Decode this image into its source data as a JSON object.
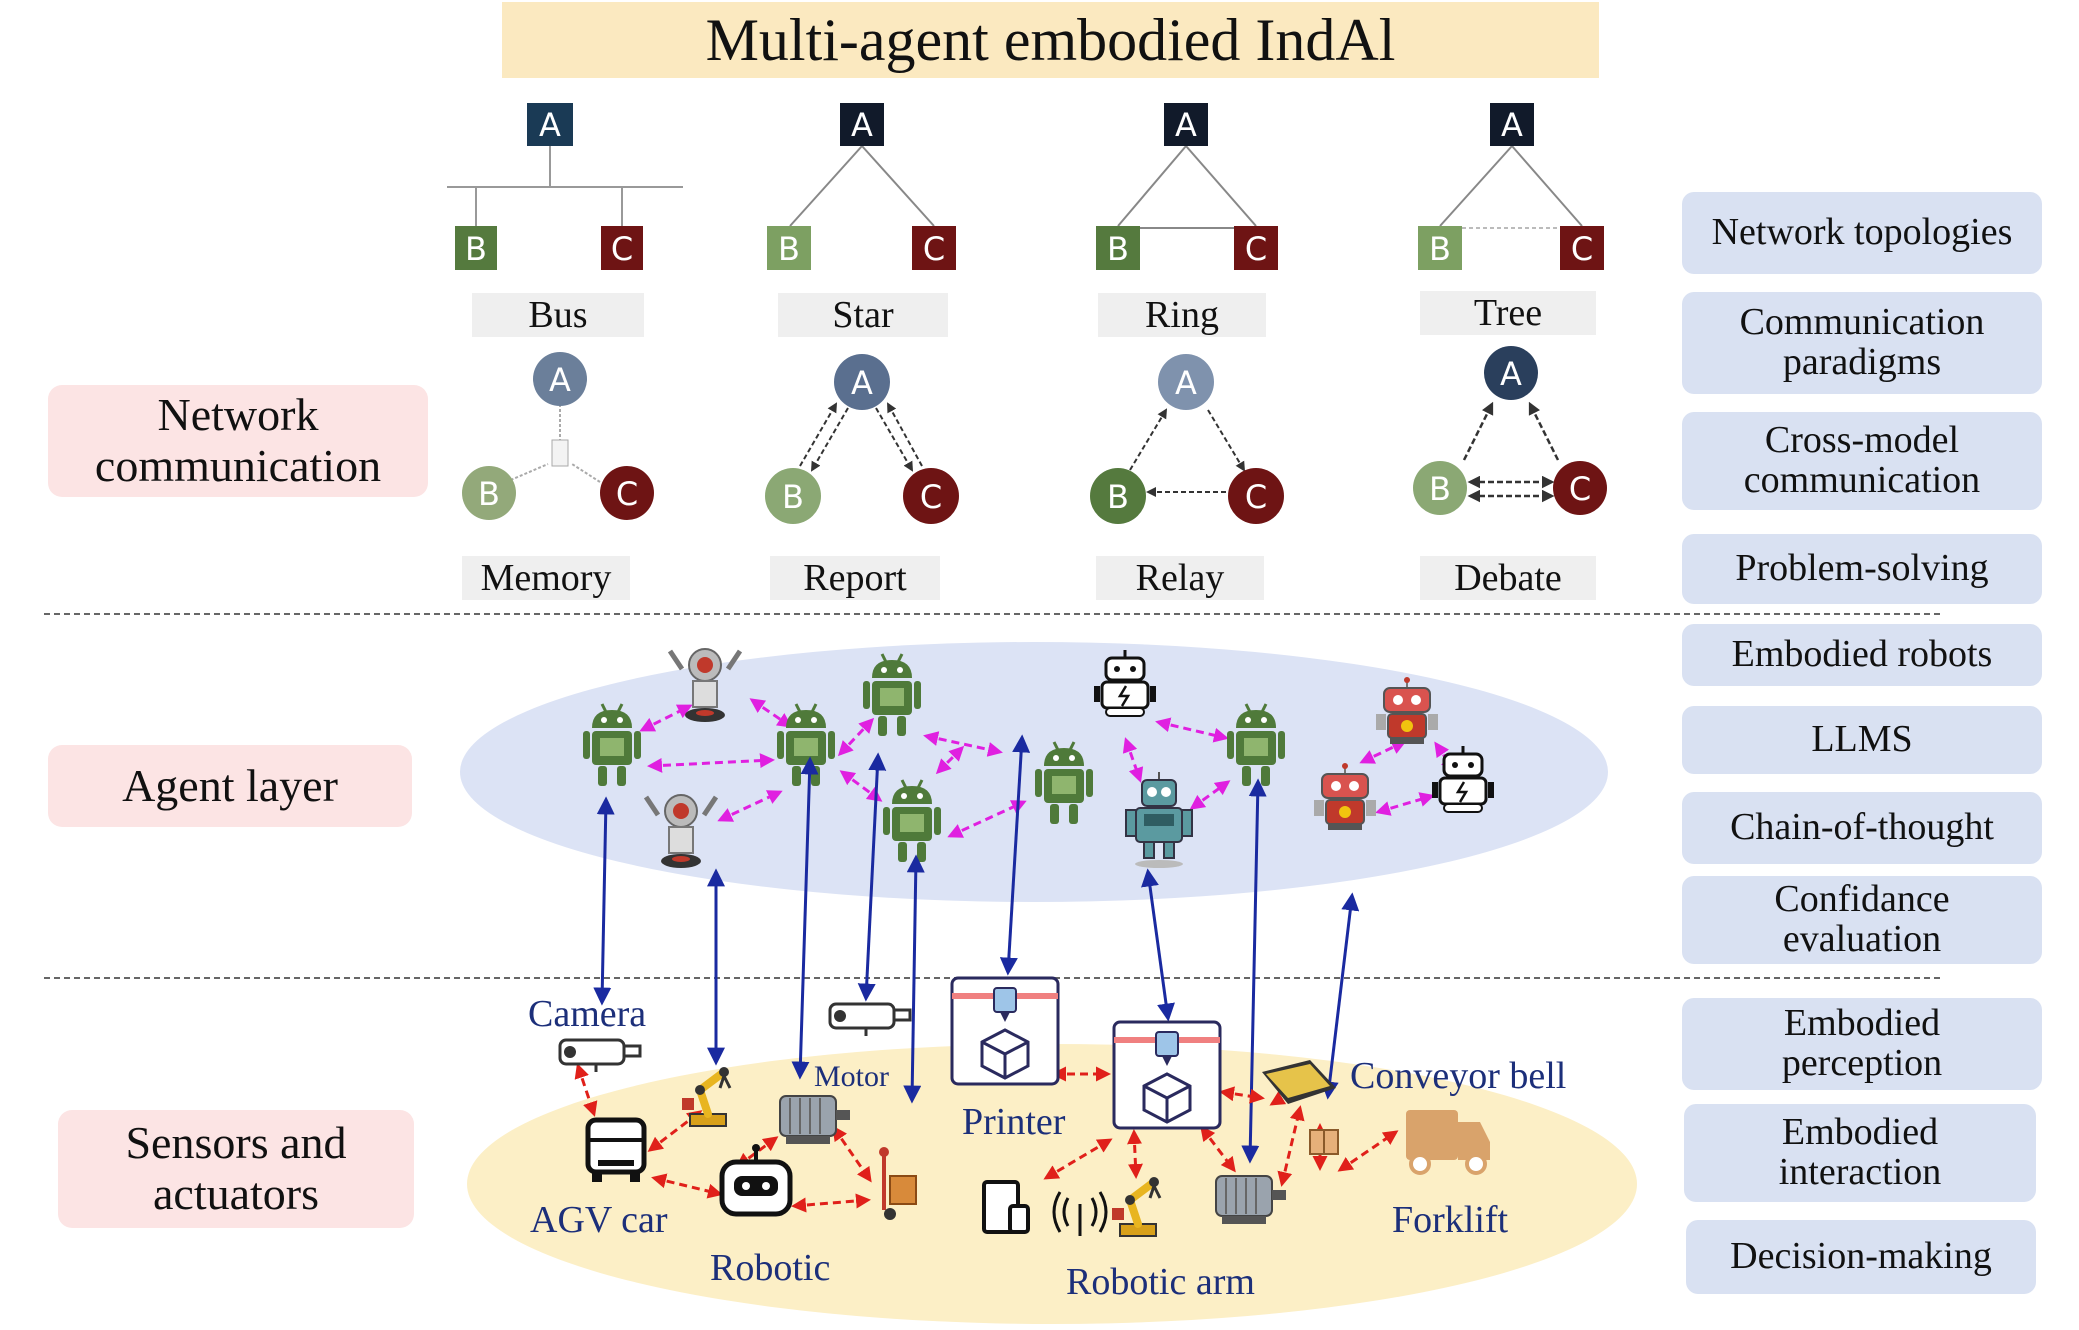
{
  "title": "Multi-agent embodied IndAl",
  "rows": {
    "network": "Network communication",
    "agent": "Agent layer",
    "sensors": "Sensors and actuators"
  },
  "topologies": [
    "Bus",
    "Star",
    "Ring",
    "Tree"
  ],
  "paradigms": [
    "Memory",
    "Report",
    "Relay",
    "Debate"
  ],
  "node_letters": [
    "A",
    "B",
    "C"
  ],
  "side_panels": [
    "Network topologies",
    "Communication paradigms",
    "Cross-model communication",
    "Problem-solving",
    "Embodied robots",
    "LLMS",
    "Chain-of-thought",
    "Confidance evaluation",
    "Embodied perception",
    "Embodied interaction",
    "Decision-making"
  ],
  "devices": {
    "camera": "Camera",
    "agv": "AGV car",
    "robotic": "Robotic",
    "motor": "Motor",
    "printer": "Printer",
    "robotic_arm": "Robotic arm",
    "conveyor": "Conveyor bell",
    "forklift": "Forklift"
  },
  "colors": {
    "node_a": "#1b2a3e",
    "node_b": "#6b8a4e",
    "node_c": "#6e1414",
    "agent_ellipse": "#dce3f5",
    "sensor_ellipse": "#fcefc6",
    "agent_link": "#e020e0",
    "sensor_link": "#e0201a",
    "vertical_link": "#1a2aa0",
    "robot_green": "#4f7a3a"
  }
}
